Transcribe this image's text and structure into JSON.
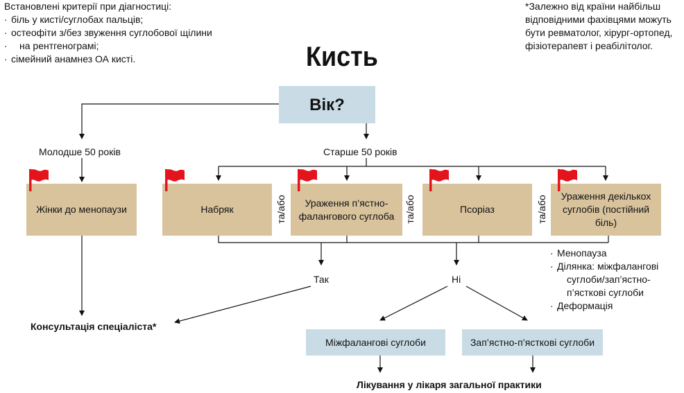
{
  "criteria": {
    "heading": "Встановлені критерії при діагностиці:",
    "items": [
      "біль у кисті/суглобах пальців;",
      "остеофіти з/без звуження суглобової щілини",
      "на рентгенограмі;",
      "сімейний анамнез ОА кисті."
    ]
  },
  "note": "*Залежно від країни найбільш відповідними фахівцями можуть бути ревматолог, хірург-ортопед, фізіотерапевт і реабілітолог.",
  "title": "Кисть",
  "age_box": "Вік?",
  "branch_young": "Молодше 50 років",
  "branch_old": "Старше 50 років",
  "boxes": {
    "women": "Жінки до менопаузи",
    "swelling": "Набряк",
    "mcp": "Ураження п’ястно-фалангового суглоба",
    "psoriasis": "Псоріаз",
    "multi": "Ураження декількох суглобів (постійний біль)"
  },
  "and_or": "та/або",
  "yes": "Так",
  "no": "Ні",
  "consult": "Консультація спеціаліста*",
  "interphalangeal": "Міжфалангові суглоби",
  "carpometacarpal": "Зап’ястно-п’ясткові суглоби",
  "gp": "Лікування у лікаря загальної практики",
  "symptoms": [
    "Менопауза",
    "Ділянка: міжфалангові",
    "суглоби/зап’ястно-",
    "п’ясткові суглоби",
    "Деформація"
  ],
  "colors": {
    "box_tan": "#d8c39d",
    "box_blue": "#c9dce6",
    "flag_red": "#e3141b"
  },
  "icons": [
    "red-flag-icon"
  ]
}
